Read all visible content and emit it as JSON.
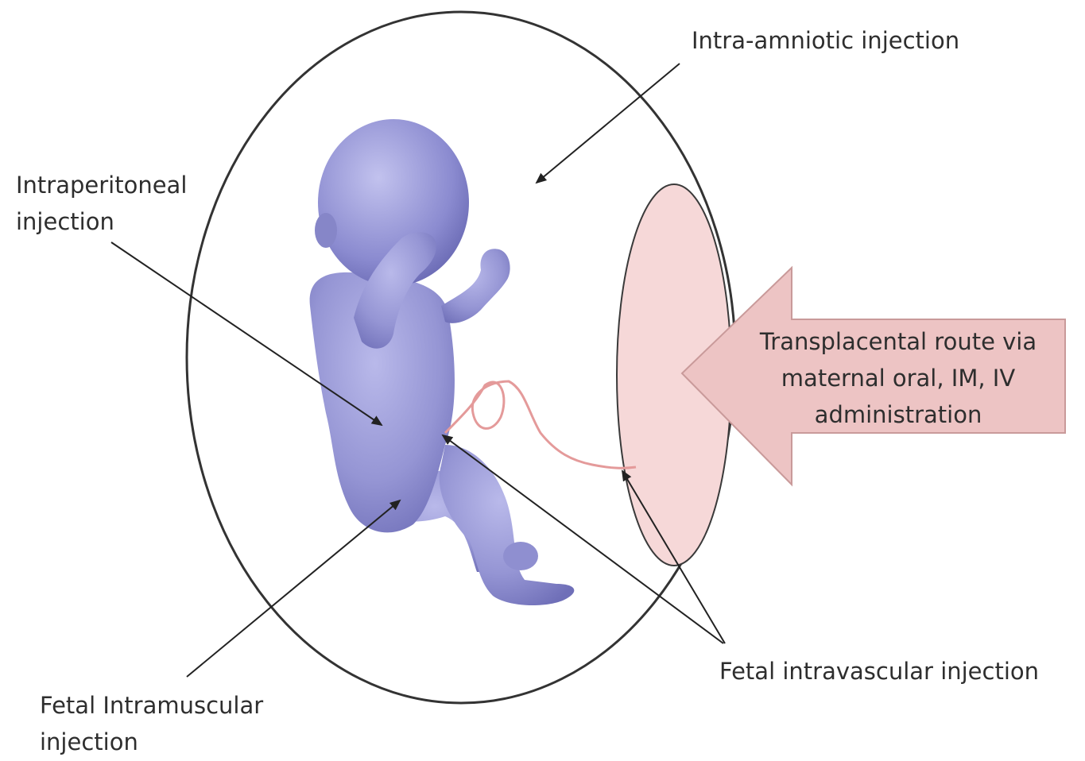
{
  "labels": {
    "intra_amniotic": "Intra-amniotic injection",
    "intraperitoneal": [
      "Intraperitoneal",
      "injection"
    ],
    "intramuscular": [
      "Fetal Intramuscular",
      "injection"
    ],
    "intravascular": "Fetal intravascular injection",
    "transplacental": [
      "Transplacental route via",
      "maternal oral, IM, IV",
      "administration"
    ]
  },
  "colors": {
    "sac_outline": "#333333",
    "placenta_fill": "#f6d8d8",
    "placenta_stroke": "#3a3a3a",
    "arrow_fill": "#edc4c4",
    "arrow_stroke": "#c99a9a",
    "fetus_fill": "#8f8fd0",
    "fetus_shade": "#6c6cb5",
    "cord": "#e49a9a",
    "pointer": "#222222"
  }
}
